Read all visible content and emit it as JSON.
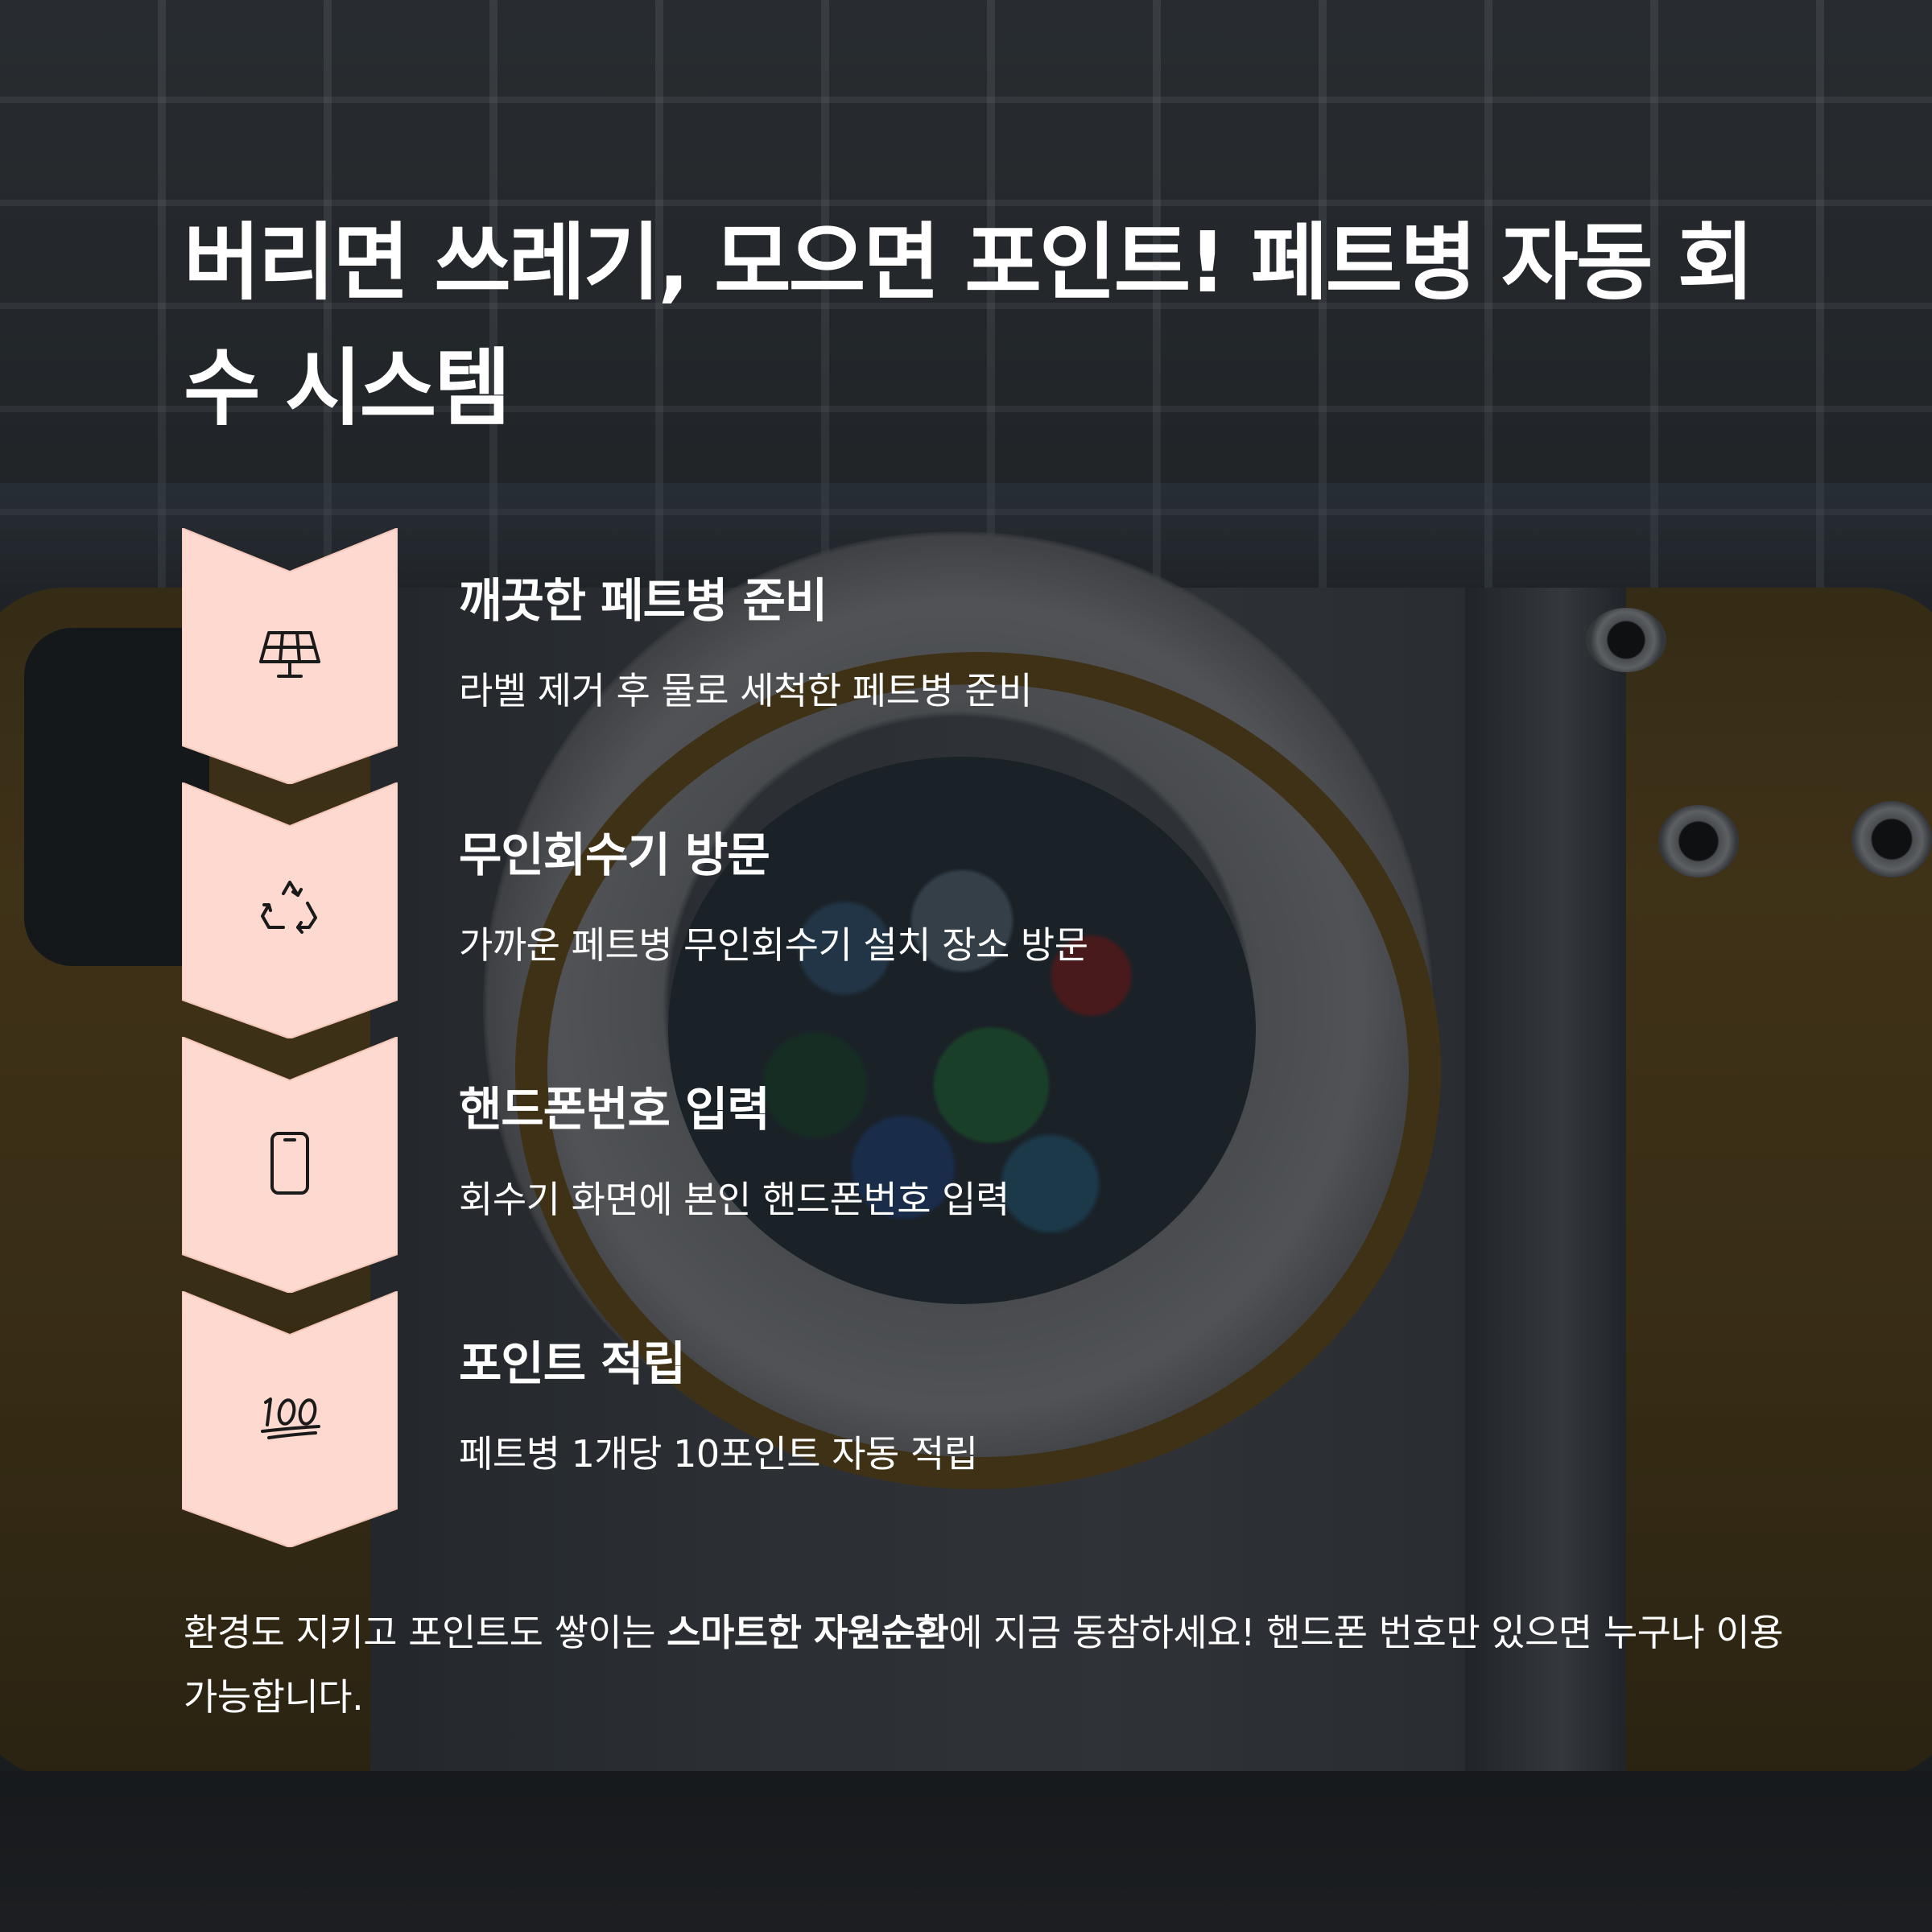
{
  "title": "버리면 쓰레기, 모으면 포인트! 페트병 자동 회수 시스템",
  "colors": {
    "chevron_fill": "#fdd9cf",
    "icon_stroke": "#1a1a1a",
    "text": "#ffffff"
  },
  "steps": [
    {
      "icon": "solar-panel-icon",
      "title": "깨끗한 페트병 준비",
      "desc": "라벨 제거 후 물로 세척한 페트병 준비"
    },
    {
      "icon": "recycle-icon",
      "title": "무인회수기 방문",
      "desc": "가까운 페트병 무인회수기 설치 장소 방문"
    },
    {
      "icon": "smartphone-icon",
      "title": "핸드폰번호 입력",
      "desc": "회수기 화면에 본인 핸드폰번호 입력"
    },
    {
      "icon": "hundred-points-icon",
      "title": "포인트 적립",
      "desc": "페트병 1개당 10포인트 자동 적립"
    }
  ],
  "footer": {
    "before": "환경도 지키고 포인트도 쌓이는 ",
    "emphasis": "스마트한 자원순환",
    "after": "에 지금 동참하세요! 핸드폰 번호만 있으면 누구나 이용 가능합니다."
  }
}
